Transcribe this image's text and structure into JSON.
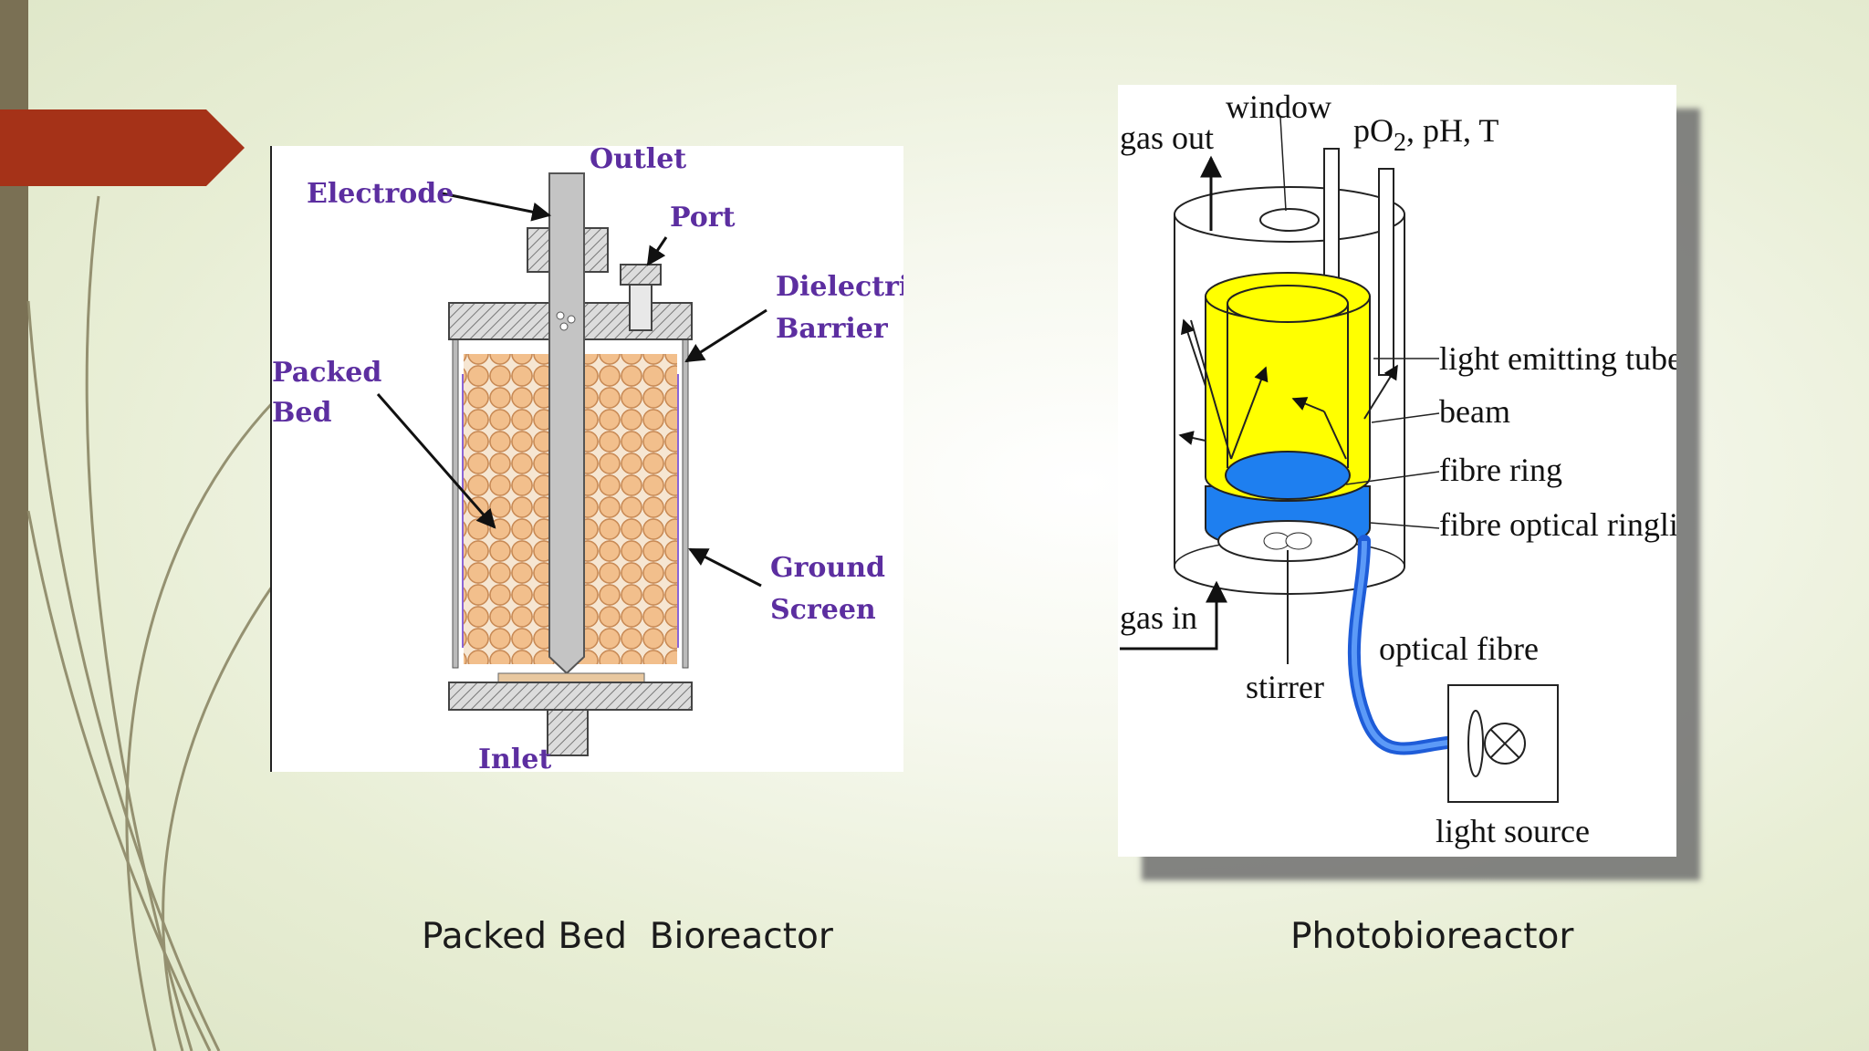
{
  "slide": {
    "accent_color": "#a53218",
    "bar_color": "#7a7054",
    "captions": {
      "left": "Packed Bed  Bioreactor",
      "right": "Photobioreactor"
    }
  },
  "packed_bed_diagram": {
    "labels": {
      "electrode": "Electrode",
      "outlet": "Outlet",
      "port": "Port",
      "dielectric": "Dielectric",
      "barrier": "Barrier",
      "packed": "Packed",
      "bed": "Bed",
      "ground": "Ground",
      "screen": "Screen",
      "inlet": "Inlet"
    },
    "colors": {
      "label": "#5c2ea0",
      "bead": "#f2bf8c",
      "barrier": "#8a66d6"
    }
  },
  "photobioreactor_diagram": {
    "labels": {
      "window": "window",
      "gas_out": "gas out",
      "po2_p": "pO",
      "po2_sub": "2",
      "po2_rest": ", pH, T",
      "light_emitting_tube": "light emitting tube",
      "beam": "beam",
      "fibre_ring": "fibre ring",
      "fibre_optical_ringlight": "fibre optical ringlight",
      "gas_in": "gas in",
      "stirrer": "stirrer",
      "optical_fibre": "optical fibre",
      "light_source": "light source"
    },
    "colors": {
      "tube": "#ffff00",
      "ring": "#1e7ff0"
    }
  }
}
